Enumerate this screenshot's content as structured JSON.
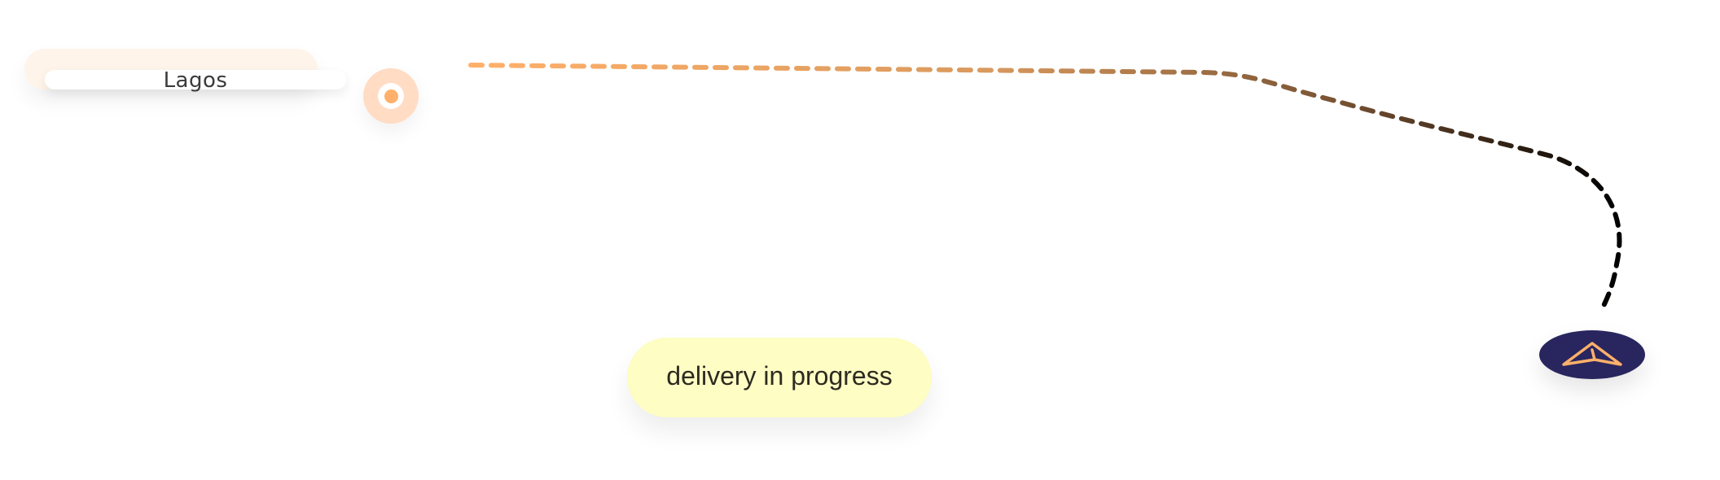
{
  "origin": {
    "label": "Lagos",
    "marker_icon": "location-target-icon",
    "color_dot": "#ffb06a",
    "color_ring": "#ffdcc3"
  },
  "route": {
    "style": "dashed",
    "color_start": "#ffb06a",
    "color_end": "#000000"
  },
  "status": {
    "label": "delivery in progress",
    "background": "#fdfdc4"
  },
  "vehicle": {
    "icon": "navigation-arrow-icon",
    "background": "#29265f",
    "icon_color": "#ffb06a"
  }
}
